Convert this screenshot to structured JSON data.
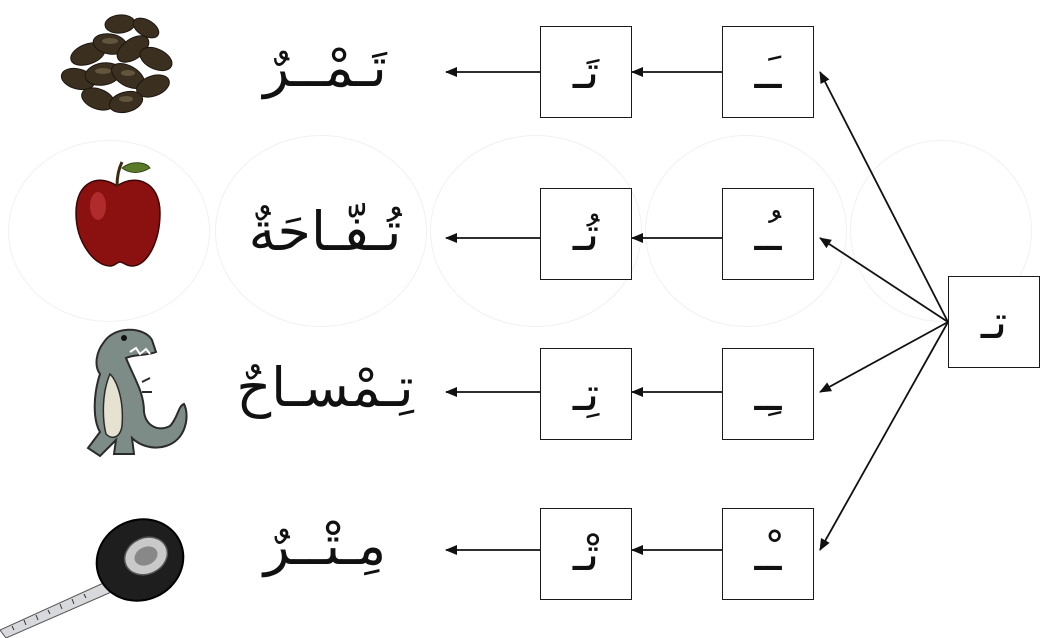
{
  "source_letter": "تـ",
  "rows": [
    {
      "vowel": "ـَـ",
      "syllable": "تَـ",
      "word": "تَـمْــرٌ",
      "picture_icon": "dates-icon"
    },
    {
      "vowel": "ـُـ",
      "syllable": "تُـ",
      "word": "تُـفّـاحَةٌ",
      "picture_icon": "apple-icon"
    },
    {
      "vowel": "ـِـ",
      "syllable": "تِـ",
      "word": "تِـمْسـاحٌ",
      "picture_icon": "crocodile-icon"
    },
    {
      "vowel": "ـْـ",
      "syllable": "تْـ",
      "word": "مِـتْــرٌ",
      "picture_icon": "tape-measure-icon"
    }
  ]
}
